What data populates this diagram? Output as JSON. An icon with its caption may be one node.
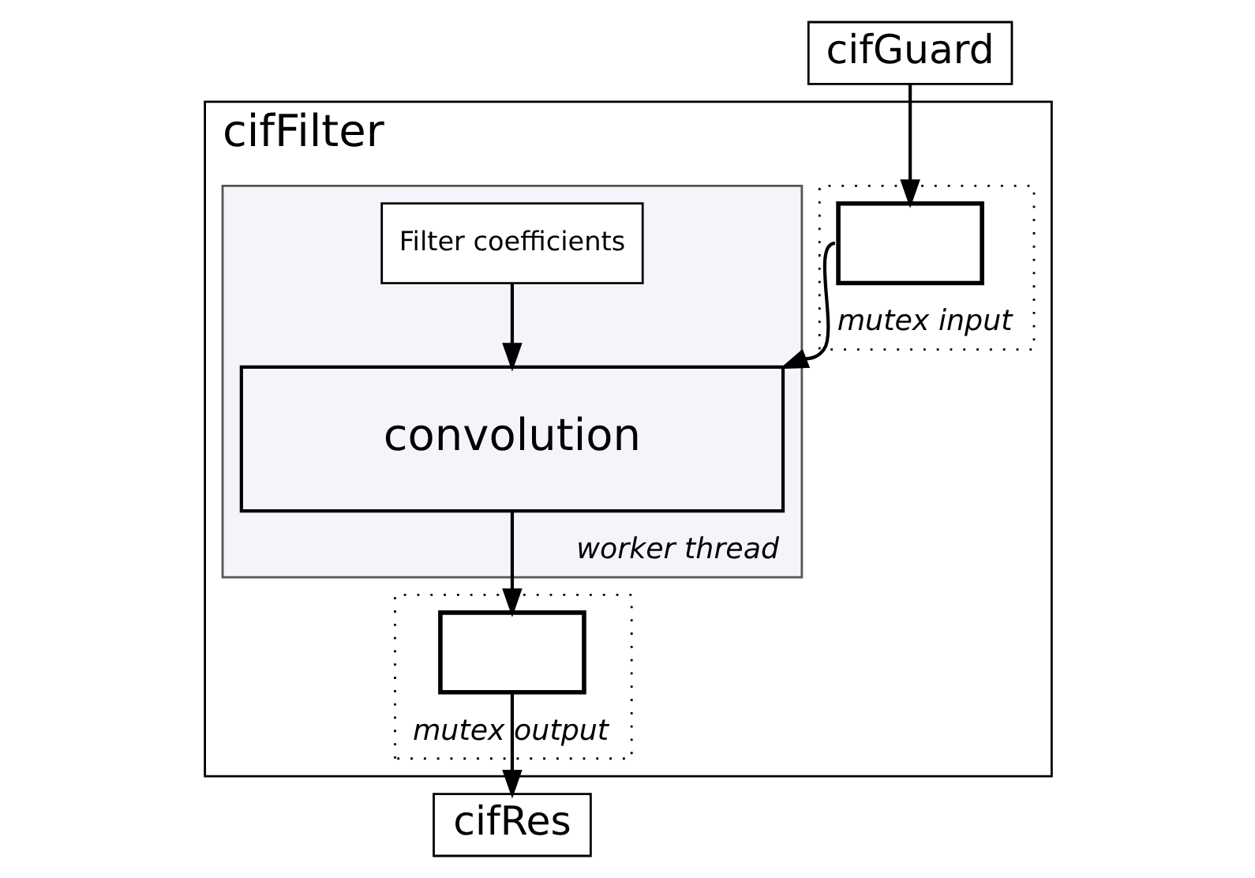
{
  "diagram": {
    "nodes": [
      {
        "text": [
          "cifGuard"
        ]
      },
      {
        "text": [
          "cifFilter"
        ]
      },
      {
        "text": [
          "mutex input"
        ],
        "in": 1
      },
      {
        "text": [
          "mutex output"
        ],
        "in": 1
      },
      {
        "text": [
          "worker thread"
        ],
        "in": 1
      },
      {
        "text": [
          "Filter coefficients"
        ],
        "in": 4
      },
      {
        "text": [
          "convolution"
        ],
        "in": 4
      },
      {
        "text": [],
        "shape": "box",
        "in": 2
      },
      {
        "text": [],
        "shape": "box",
        "in": 3
      },
      {
        "text": [
          "cifRes"
        ]
      }
    ],
    "edges": [
      {
        "from": 0,
        "to": 7,
        "arrow": "to"
      },
      {
        "from": 7,
        "to": 6,
        "arrow": "to"
      },
      {
        "from": 5,
        "to": 6,
        "arrow": "to"
      },
      {
        "from": 6,
        "to": 8,
        "arrow": "to"
      },
      {
        "from": 8,
        "to": 9,
        "arrow": "to"
      }
    ]
  }
}
